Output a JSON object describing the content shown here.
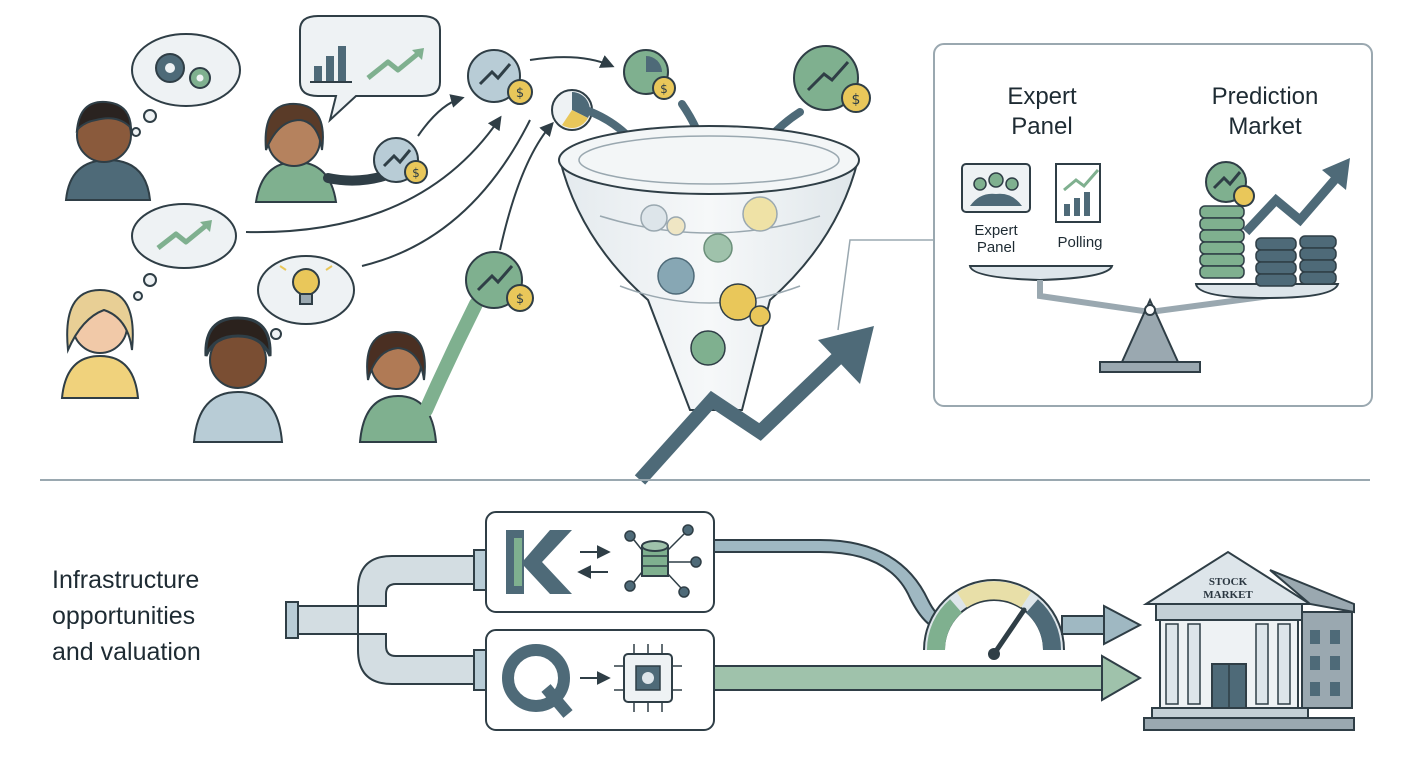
{
  "panel": {
    "expert_title_line1": "Expert",
    "expert_title_line2": "Panel",
    "market_title_line1": "Prediction",
    "market_title_line2": "Market",
    "expert_icon_line1": "Expert",
    "expert_icon_line2": "Panel",
    "polling_label": "Polling"
  },
  "infra": {
    "line1": "Infrastructure",
    "line2": "opportunities",
    "line3": "and  valuation"
  },
  "stock": {
    "line1": "STOCK",
    "line2": "MARKET"
  },
  "colors": {
    "stroke": "#2f3e46",
    "green": "#7fb08f",
    "slate": "#4e6a78",
    "gold": "#e9c75a",
    "panel_border": "#9aa8b0"
  }
}
